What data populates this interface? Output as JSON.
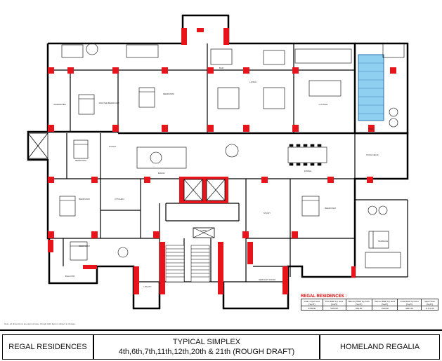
{
  "title_block": {
    "left": "REGAL RESIDENCES",
    "center_line1": "TYPICAL SIMPLEX",
    "center_line2": "4th,6th,7th,11th,12th,20th & 21th  (ROUGH DRAFT)",
    "right": "HOMELAND REGALIA"
  },
  "area_table": {
    "title": "REGAL RESIDENCES :",
    "headers": [
      "Unit Carpet Area (Sq.Ft)",
      "Unit Built Up Area (Sq.Ft)",
      "Balcony Built Up Area (Sq.Ft)",
      "Terrace Built Up Area (Sq.Ft)",
      "Total Built Up Area (Sq.Ft)",
      "Super Area (Sq.Ft)"
    ],
    "values": [
      "4789.00",
      "5879.00",
      "892.00",
      "1320.00",
      "9991.00",
      "11111.00"
    ]
  },
  "footnote": "Note: all dimensions are approximate. Rough draft layout, subject to change.",
  "colors": {
    "columns": "#e8141b",
    "walls": "#000000",
    "pool": "#8fd0f0",
    "paper": "#ffffff"
  },
  "rooms": {
    "bedroom_1": "MASTER BEDROOM",
    "bedroom_2": "BEDROOM",
    "bedroom_3": "BEDROOM",
    "bedroom_4": "BEDROOM",
    "bedroom_5": "BEDROOM",
    "bedroom_6": "BEDROOM",
    "living": "LIVING",
    "family": "FAMILY",
    "dining": "DINING",
    "lounge": "LOUNGE",
    "bar": "BAR",
    "pool": "POOL",
    "pool_deck": "POOL DECK",
    "terrace": "TERRACE",
    "kitchen": "KITCHEN",
    "lobby": "LOBBY",
    "study": "STUDY",
    "wardrobe": "WARDROBE",
    "toilet": "TOILET",
    "utility": "UTILITY",
    "servant": "SERVANT ROOM",
    "balcony": "BALCONY"
  }
}
